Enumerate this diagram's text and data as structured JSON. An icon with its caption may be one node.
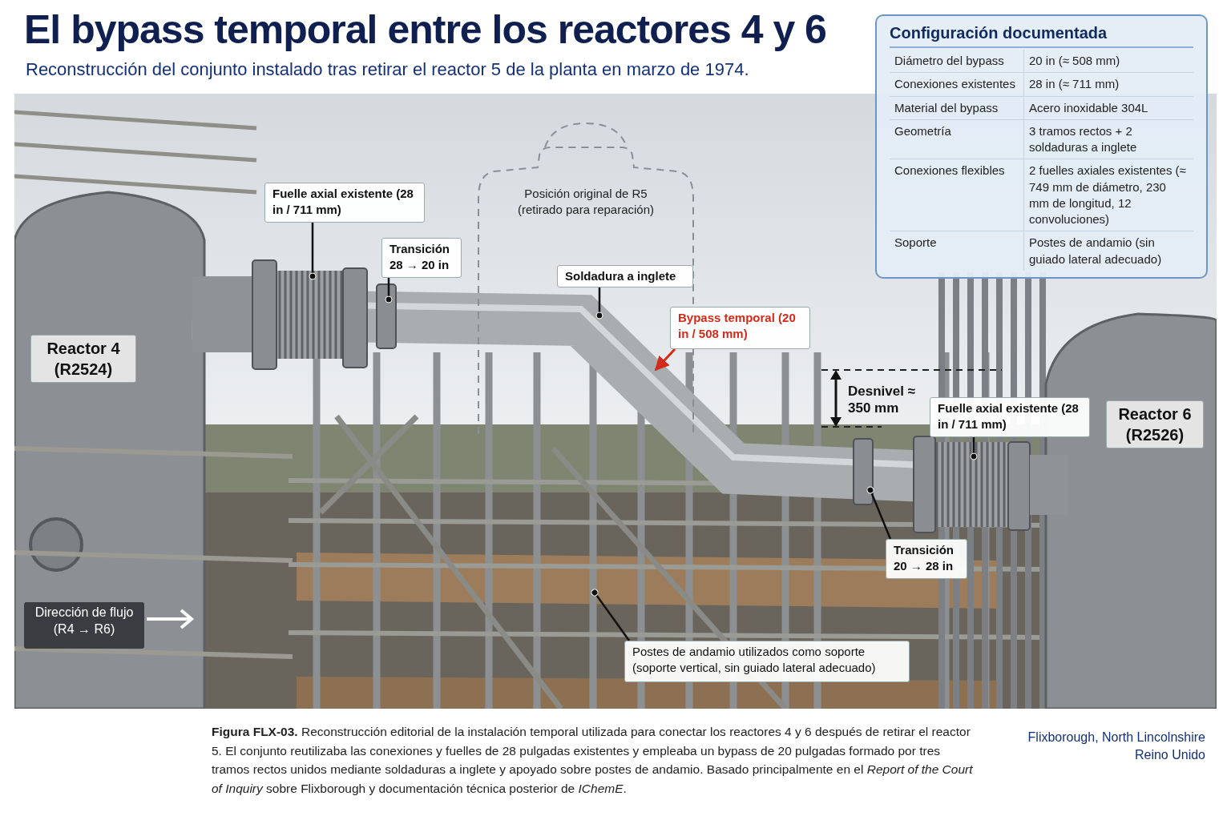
{
  "diagram": {
    "title": "El bypass temporal entre los reactores 4 y 6",
    "caption": "**Figura FLX-03.** Reconstrucción editorial de la instalación temporal utilizada para conectar los reactores 4 y 6 después de retirar el reactor 5. El conjunto reutilizaba las conexiones y fuelles de 28 pulgadas existentes y empleaba un bypass de 20 pulgadas formado por tres tramos rectos unidos mediante soldaduras a inglete y apoyado sobre postes de andamio. Basado principalmente en el *Report of the Court of Inquiry* sobre Flixborough y documentación técnica posterior de *IChemE*.",
    "nodes": [
      {
        "text": [
          "Reactor 4 (R2524)"
        ]
      },
      {
        "text": [
          "Fuelle axial existente (28 in / 711 mm)"
        ]
      },
      {
        "text": [
          "Transición 28 → 20 in"
        ]
      },
      {
        "text": [
          "Posición original de R5 (retirado para reparación)"
        ]
      },
      {
        "text": [
          "Soldadura a inglete"
        ],
        "in": 3
      },
      {
        "text": [
          "Bypass temporal (20 in / 508 mm)"
        ]
      },
      {
        "text": [
          "Fuelle axial existente (28 in / 711 mm)"
        ]
      },
      {
        "text": [
          "Reactor 6 (R2526)"
        ]
      },
      {
        "text": [
          "Transición 20 → 28 in"
        ]
      },
      {
        "text": [
          "Postes de andamio utilizados como soporte",
          "(soporte vertical, sin guiado lateral adecuado)"
        ]
      },
      {
        "text": [
          "Dirección de flujo (R4 → R6)"
        ]
      },
      {
        "text": [
          "Configuración documentada"
        ]
      }
    ],
    "edges": [
      {
        "from": 1,
        "to": null,
        "arrow": "other"
      },
      {
        "from": 2,
        "to": null,
        "arrow": "other"
      },
      {
        "from": 4,
        "to": null,
        "arrow": "other"
      },
      {
        "from": 5,
        "to": null,
        "arrow": "to",
        "color": "#d42a1a"
      },
      {
        "from": 6,
        "to": null,
        "arrow": "other"
      },
      {
        "from": 8,
        "to": null,
        "arrow": "other"
      },
      {
        "from": 9,
        "to": null,
        "arrow": "other"
      }
    ],
    "labels": [
      "Reconstrucción del conjunto instalado tras retirar el reactor 5 de la planta en marzo de 1974.",
      "Desnivel ≈ 350 mm",
      "Diámetro del bypass",
      "20 in (≈ 508 mm)",
      "Conexiones existentes",
      "28 in (≈ 711 mm)",
      "Material del bypass",
      "Acero inoxidable 304L",
      "Geometría",
      "3 tramos rectos + 2 soldaduras a inglete",
      "Conexiones flexibles",
      "2 fuelles axiales existentes (≈ 749 mm de diámetro, 230 mm de longitud, 12 convoluciones)",
      "Soporte",
      "Postes de andamio (sin guiado lateral adecuado)",
      "Flixborough, North Lincolnshire",
      "Reino Unido"
    ]
  }
}
